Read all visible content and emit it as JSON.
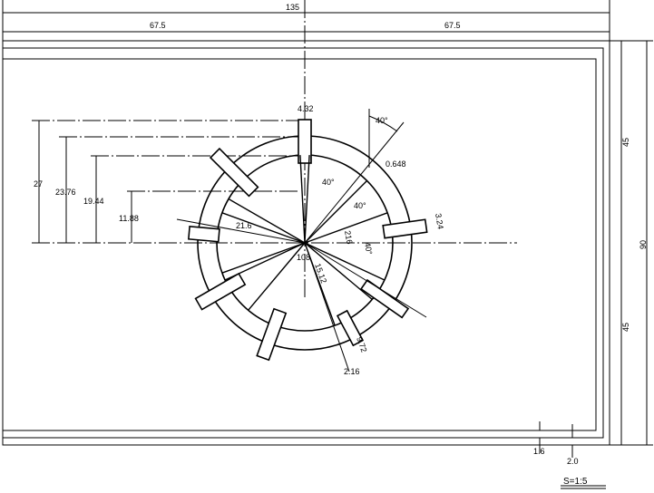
{
  "dimensions": {
    "total_width": "135",
    "half_width_left": "67.5",
    "half_width_right": "67.5",
    "total_height": "90",
    "half_height_top": "45",
    "half_height_bottom": "45",
    "h27": "27",
    "h23_76": "23.76",
    "h19_44": "19.44",
    "h11_88": "11.88",
    "tooth_width": "4.32",
    "angle_top": "40°",
    "angle_1": "40°",
    "angle_2": "40°",
    "angle_3": "40°",
    "gap": "0.648",
    "tooth_len": "3.24",
    "tooth_w2": "216",
    "radius_outer": "21.6",
    "center_angle": "108",
    "radius_inner": "15.12",
    "tooth_9_72": "9.72",
    "tooth_2_16": "2.16",
    "border_inner": "1.6",
    "border_outer": "2.0"
  },
  "scale": "S=1:5"
}
